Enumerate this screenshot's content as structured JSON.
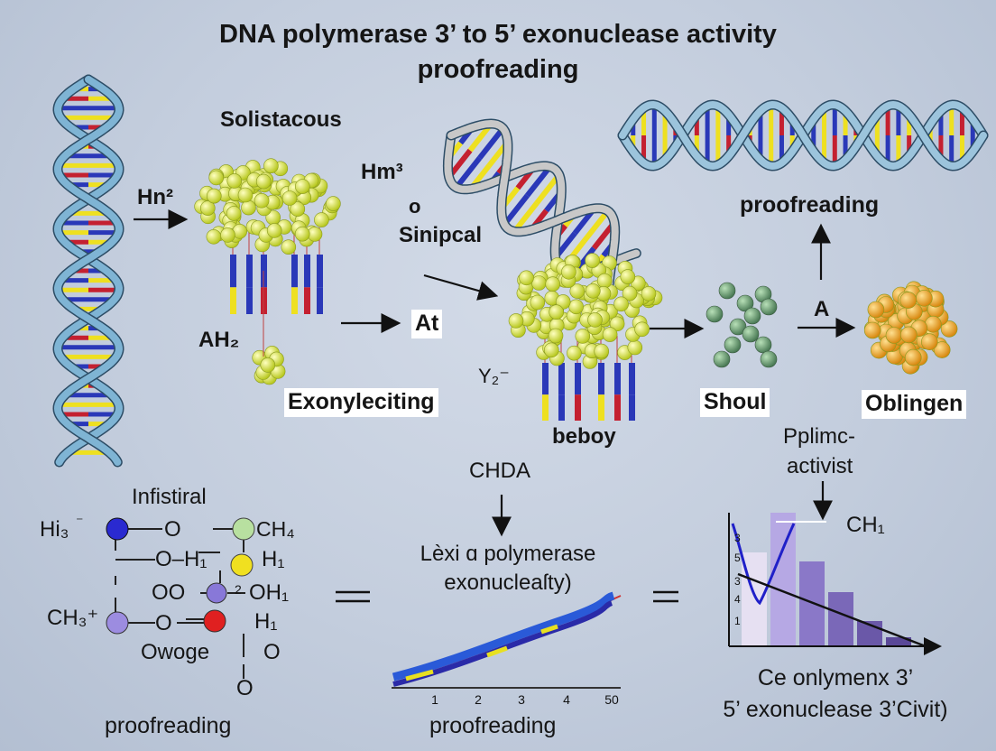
{
  "title": {
    "line1": "DNA polymerase 3’ to 5’ exonuclease activity",
    "line2": "proofreading"
  },
  "labels": {
    "solistacous": "Solistacous",
    "hn2": "Hn²",
    "hm3": "Hm³",
    "o_small": "o",
    "sinipcal": "Sinipcal",
    "proofreading_top": "proofreading",
    "ah2": "AH₂",
    "at": "At",
    "a": "A",
    "y2": "Y₂⁻",
    "exonyleciting": "Exonyleciting",
    "shoul": "Shoul",
    "oblingen": "Oblingen",
    "beboy": "beboy",
    "pplimc": "Pplimc-",
    "activist": "activist",
    "chda": "CHDA",
    "infistiral": "Infistiral",
    "ch1": "CH₁",
    "lexa_line1": "Lèxi ɑ polymerase",
    "lexa_line2": "exonucleaſty)",
    "ce_line1": "Ce onlymenx 3’",
    "ce_line2": "5’ exonuclease 3’Civit)",
    "proofreading_left": "proofreading",
    "proofreading_mid": "proofreading",
    "equals_left": "=",
    "equals_right": "="
  },
  "molecule": {
    "hi3": "Hi₃",
    "hi3_sup": "⁻",
    "o1": "O",
    "ch4": "CH₄",
    "oh_row": "O–H₁",
    "h1_right": "H₁",
    "oo": "OO",
    "sub2": "2",
    "oh1": "OH₁",
    "ch3": "CH₃⁺",
    "o_row3": "O",
    "hi1": "H₁",
    "owoge": "Owoge",
    "o_right": "O",
    "o_bottom": "O",
    "atom_colors": {
      "blue": "#2a2ad0",
      "green": "#b8e0a0",
      "yellow": "#f0e020",
      "purple": "#8878d8",
      "red": "#e02020"
    }
  },
  "line_chart": {
    "x_ticks": [
      "1",
      "2",
      "3",
      "4",
      "50"
    ]
  },
  "bar_chart": {
    "y_ticks": [
      "3",
      "5",
      "3",
      "4",
      "1"
    ],
    "bar_values": [
      0.52,
      0.74,
      0.47,
      0.3,
      0.14,
      0.05
    ],
    "bar_colors": [
      "#e6e0f2",
      "#b6a8e4",
      "#8a78c8",
      "#7a68b8",
      "#6a58a8",
      "#5a4898"
    ]
  },
  "colors": {
    "helix_blue": "#2a38b8",
    "helix_yellow": "#eee020",
    "helix_red": "#c42030",
    "sphere_yellow": "#dcec52",
    "sphere_green": "#6a9a70",
    "sphere_orange": "#f0a830",
    "backbone": "#5c8fb0"
  }
}
